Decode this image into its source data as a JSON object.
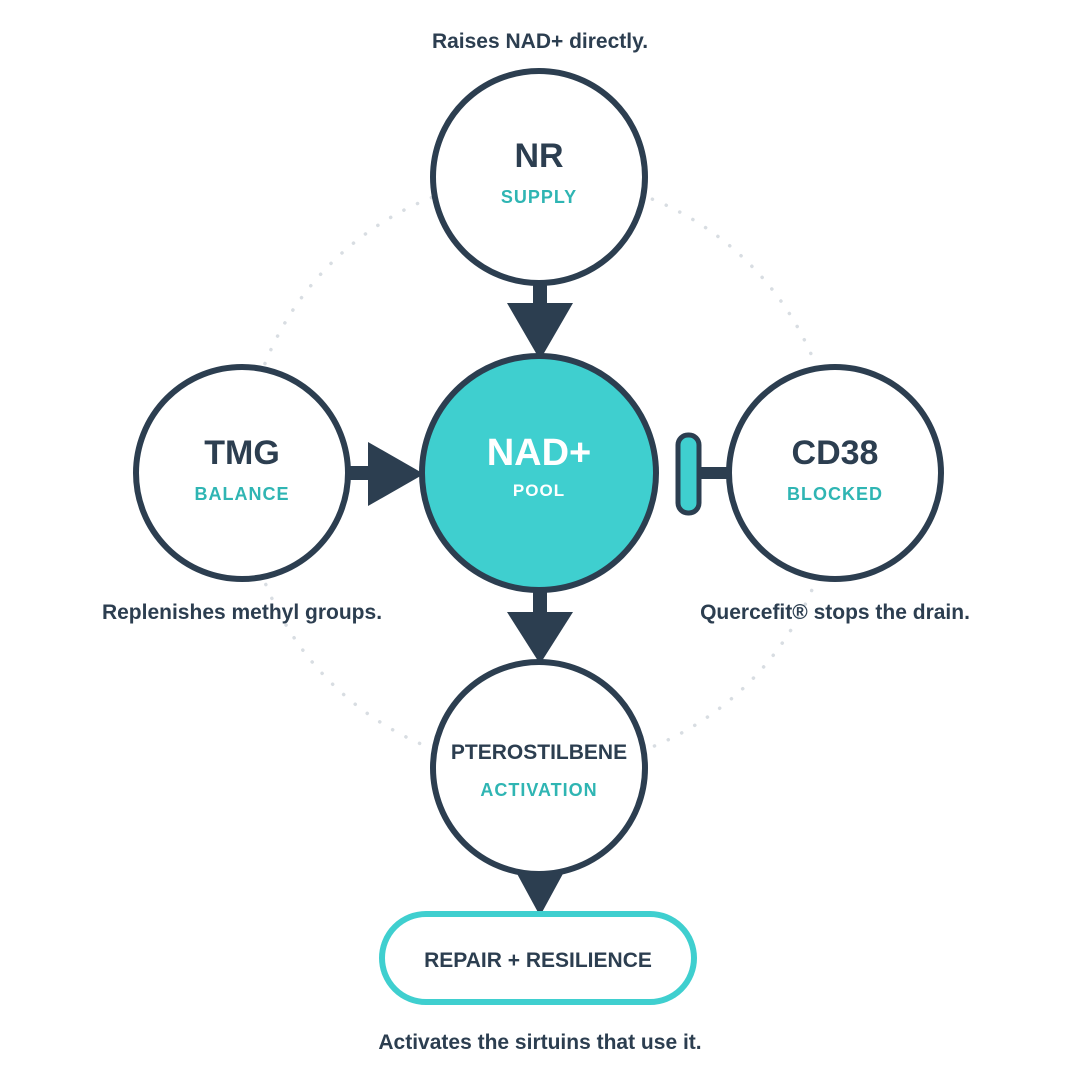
{
  "colors": {
    "dark": "#2c3e50",
    "teal": "#3fcfcf",
    "teal_text": "#2fb5b3",
    "dots": "#d8dde2"
  },
  "captions": {
    "top": "Raises NAD+ directly.",
    "left": "Replenishes methyl groups.",
    "right": "Quercefit® stops the drain.",
    "bottom": "Activates the sirtuins that use it."
  },
  "nodes": {
    "nr": {
      "title": "NR",
      "subtitle": "SUPPLY"
    },
    "tmg": {
      "title": "TMG",
      "subtitle": "BALANCE"
    },
    "center": {
      "title": "NAD+",
      "subtitle": "POOL"
    },
    "cd38": {
      "title": "CD38",
      "subtitle": "BLOCKED"
    },
    "pterostilbene": {
      "title": "PTEROSTILBENE",
      "subtitle": "ACTIVATION"
    }
  },
  "outcome": {
    "label": "REPAIR + RESILIENCE"
  }
}
